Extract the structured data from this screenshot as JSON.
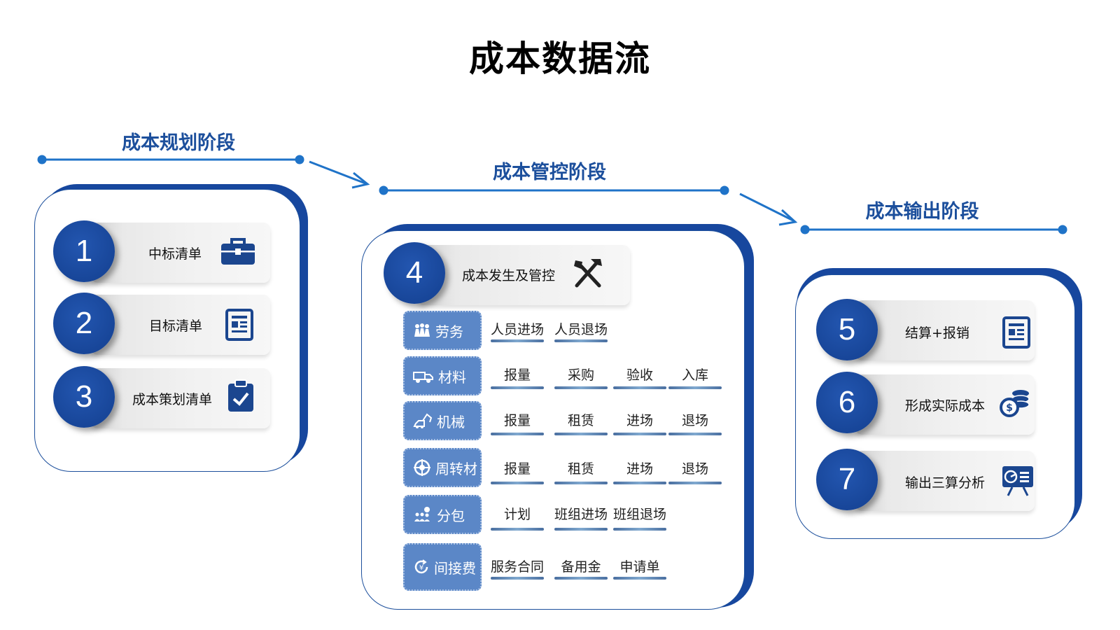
{
  "title": "成本数据流",
  "phases": [
    {
      "title": "成本规划阶段",
      "cards": [
        {
          "num": "1",
          "label": "中标清单",
          "icon": "toolbox-icon"
        },
        {
          "num": "2",
          "label": "目标清单",
          "icon": "document-icon"
        },
        {
          "num": "3",
          "label": "成本策划清单",
          "icon": "clipboard-check-icon"
        }
      ]
    },
    {
      "title": "成本管控阶段",
      "header": {
        "num": "4",
        "label": "成本发生及管控",
        "icon": "tools-icon"
      },
      "rows": [
        {
          "category": "劳务",
          "icon": "workers-icon",
          "items": [
            "人员进场",
            "人员退场"
          ]
        },
        {
          "category": "材料",
          "icon": "truck-icon",
          "items": [
            "报量",
            "采购",
            "验收",
            "入库"
          ]
        },
        {
          "category": "机械",
          "icon": "excavator-icon",
          "items": [
            "报量",
            "租赁",
            "进场",
            "退场"
          ]
        },
        {
          "category": "周转材",
          "icon": "cycle-icon",
          "items": [
            "报量",
            "租赁",
            "进场",
            "退场"
          ]
        },
        {
          "category": "分包",
          "icon": "team-icon",
          "items": [
            "计划",
            "班组进场",
            "班组退场"
          ]
        },
        {
          "category": "间接费",
          "icon": "yen-cycle-icon",
          "items": [
            "服务合同",
            "备用金",
            "申请单"
          ]
        }
      ]
    },
    {
      "title": "成本输出阶段",
      "cards": [
        {
          "num": "5",
          "label": "结算+报销",
          "icon": "document-icon"
        },
        {
          "num": "6",
          "label": "形成实际成本",
          "icon": "coins-icon"
        },
        {
          "num": "7",
          "label": "输出三算分析",
          "icon": "presentation-chart-icon"
        }
      ]
    }
  ],
  "colors": {
    "primary": "#17479e",
    "accent": "#1f73c8",
    "category": "#5b87c7"
  }
}
